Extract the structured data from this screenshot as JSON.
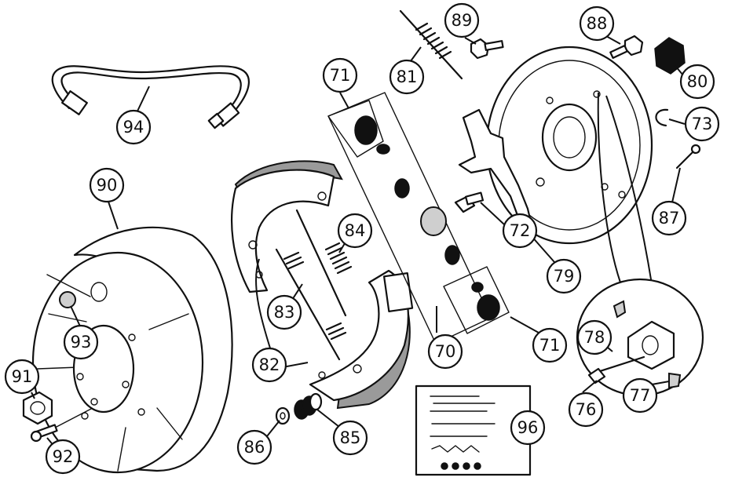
{
  "diagram": {
    "parts": [
      {
        "id": "71a",
        "label": "71",
        "name": "wheel-cylinder-kit-upper"
      },
      {
        "id": "81",
        "label": "81",
        "name": "shoe-return-spring"
      },
      {
        "id": "89",
        "label": "89",
        "name": "backplate-bolt"
      },
      {
        "id": "88",
        "label": "88",
        "name": "adjuster-bolt"
      },
      {
        "id": "80",
        "label": "80",
        "name": "adjuster-cap"
      },
      {
        "id": "73",
        "label": "73",
        "name": "circlip"
      },
      {
        "id": "87",
        "label": "87",
        "name": "split-pin"
      },
      {
        "id": "94",
        "label": "94",
        "name": "brake-hose"
      },
      {
        "id": "90",
        "label": "90",
        "name": "brake-drum"
      },
      {
        "id": "84",
        "label": "84",
        "name": "return-spring-upper"
      },
      {
        "id": "72",
        "label": "72",
        "name": "bleed-screw"
      },
      {
        "id": "79",
        "label": "79",
        "name": "handbrake-lever"
      },
      {
        "id": "83",
        "label": "83",
        "name": "return-spring-lower"
      },
      {
        "id": "93",
        "label": "93",
        "name": "drum-screw"
      },
      {
        "id": "70",
        "label": "70",
        "name": "wheel-cylinder"
      },
      {
        "id": "71b",
        "label": "71",
        "name": "wheel-cylinder-kit-lower"
      },
      {
        "id": "78",
        "label": "78",
        "name": "adjuster-wedge"
      },
      {
        "id": "82",
        "label": "82",
        "name": "brake-shoes"
      },
      {
        "id": "91",
        "label": "91",
        "name": "wheel-nut"
      },
      {
        "id": "77",
        "label": "77",
        "name": "adjuster-tappet"
      },
      {
        "id": "76",
        "label": "76",
        "name": "adjuster-body"
      },
      {
        "id": "96",
        "label": "96",
        "name": "spring-kit"
      },
      {
        "id": "86",
        "label": "86",
        "name": "washer"
      },
      {
        "id": "85",
        "label": "85",
        "name": "steady-spring"
      },
      {
        "id": "92",
        "label": "92",
        "name": "wheel-stud"
      }
    ]
  }
}
